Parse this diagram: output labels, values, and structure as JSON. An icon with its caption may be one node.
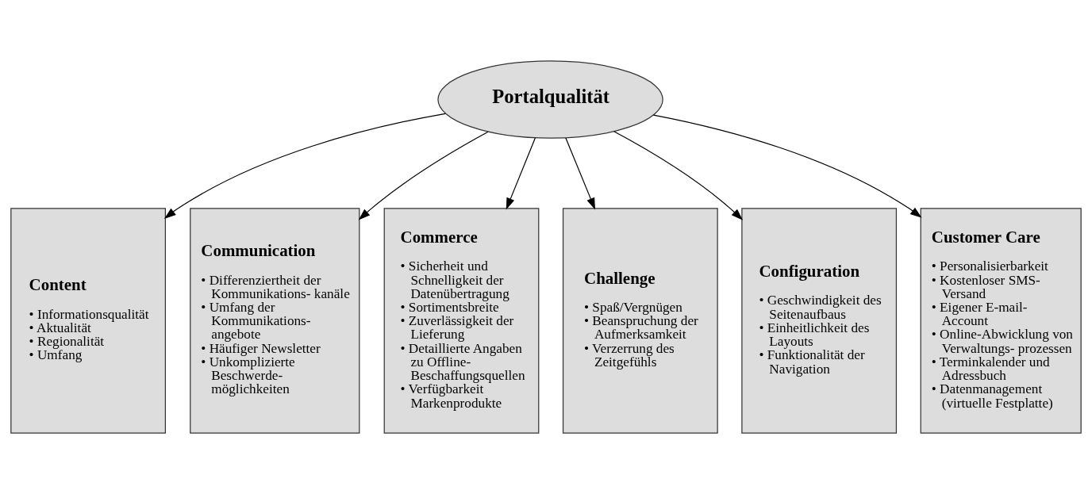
{
  "diagram": {
    "nodes": [
      {
        "text": [
          "Portalqualität"
        ]
      },
      {
        "text": [
          "Content",
          "• Informationsqualität",
          "• Aktualität",
          "• Regionalität",
          "• Umfang"
        ]
      },
      {
        "text": [
          "Communication",
          "• Differenziertheit der Kommunikations- kanäle",
          "• Umfang der Kommunikations- angebote",
          "• Häufiger Newsletter",
          "• Unkomplizierte Beschwerde- möglichkeiten"
        ]
      },
      {
        "text": [
          "Commerce",
          "• Sicherheit und Schnelligkeit der Datenübertragung",
          "• Sortimentsbreite",
          "• Zuverlässigkeit der Lieferung",
          "• Detaillierte Angaben zu Offline- Beschaffungsquellen",
          "• Verfügbarkeit Markenprodukte"
        ]
      },
      {
        "text": [
          "Challenge",
          "• Spaß/Vergnügen",
          "• Beanspruchung der Aufmerksamkeit",
          "• Verzerrung des Zeitgefühls"
        ]
      },
      {
        "text": [
          "Configuration",
          "• Geschwindigkeit des Seitenaufbaus",
          "• Einheitlichkeit des Layouts",
          "• Funktionalität der Navigation"
        ]
      },
      {
        "text": [
          "Customer Care",
          "• Personalisierbarkeit",
          "• Kostenloser SMS- Versand",
          "• Eigener E-mail- Account",
          "• Online-Abwicklung von Verwaltungs- prozessen",
          "• Terminkalender und Adressbuch",
          "• Datenmanagement (virtuelle Festplatte)"
        ]
      }
    ],
    "edges": [
      {
        "from": 0,
        "to": 1,
        "arrow": "to"
      },
      {
        "from": 0,
        "to": 2,
        "arrow": "to"
      },
      {
        "from": 0,
        "to": 3,
        "arrow": "to"
      },
      {
        "from": 0,
        "to": 4,
        "arrow": "to"
      },
      {
        "from": 0,
        "to": 5,
        "arrow": "to"
      },
      {
        "from": 0,
        "to": 6,
        "arrow": "to"
      }
    ]
  }
}
